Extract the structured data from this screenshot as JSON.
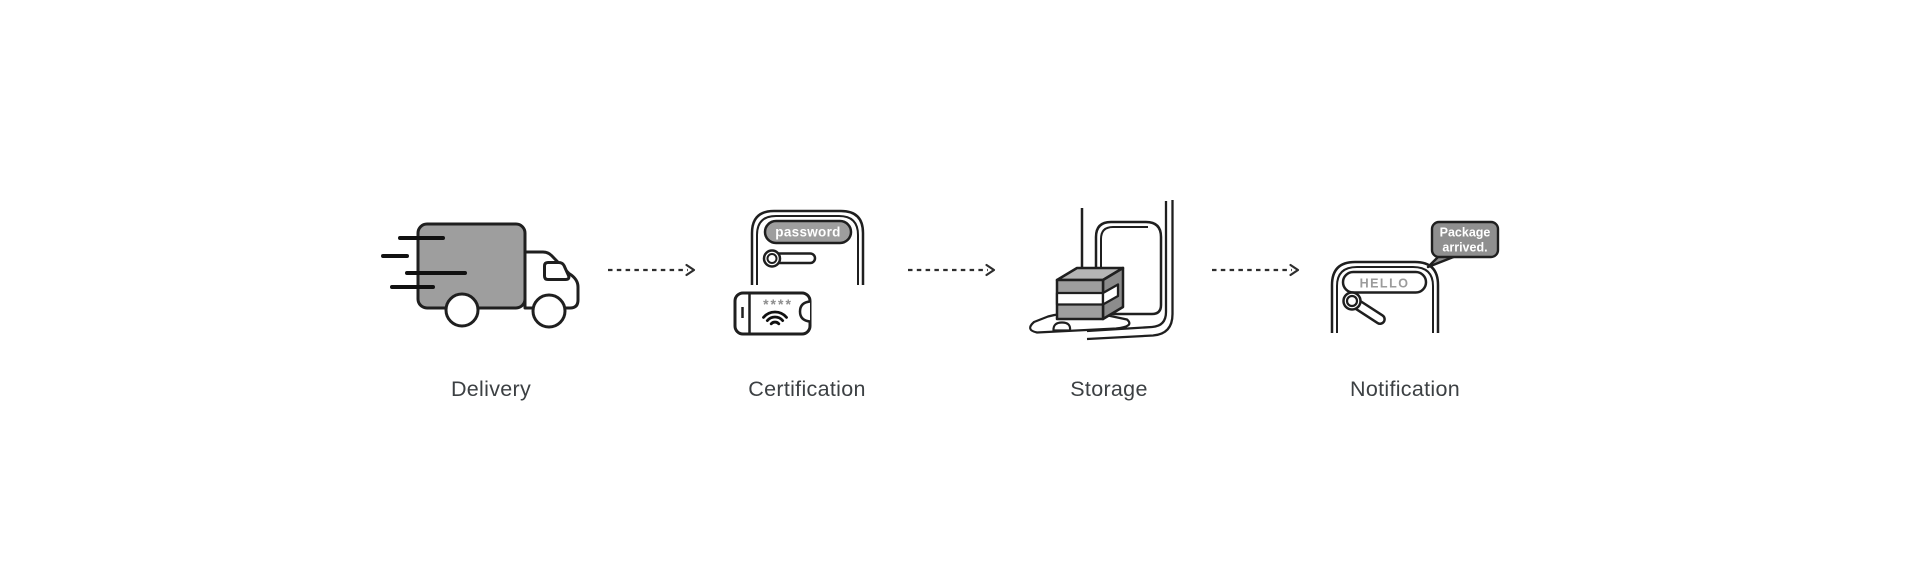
{
  "page": {
    "background_color": "#ffffff",
    "type": "process-flow-diagram"
  },
  "flow": {
    "connector_style": "dashed-arrow-right",
    "steps": [
      {
        "label": "Delivery",
        "icon": "delivery-truck-icon"
      },
      {
        "label": "Certification",
        "icon": "smart-lock-door-and-phone-icon",
        "lock_screen_text": "password",
        "phone_passcode": "****"
      },
      {
        "label": "Storage",
        "icon": "package-inside-open-door-icon"
      },
      {
        "label": "Notification",
        "icon": "door-with-message-bubble-icon",
        "door_screen_text": "HELLO",
        "bubble_lines": [
          "Package",
          "arrived."
        ]
      }
    ]
  },
  "colors": {
    "icon_stroke": "#1f1f1f",
    "icon_fill_gray": "#9e9e9e",
    "box_top_gray": "#b5b5b5",
    "box_side_gray": "#8c8c8c",
    "bubble_fill_gray": "#8f8f8f",
    "text_on_gray": "#ffffff",
    "muted_gray_text": "#9b9b9b",
    "label_text": "#3c4043",
    "arrow_color": "#2e2e2e"
  }
}
